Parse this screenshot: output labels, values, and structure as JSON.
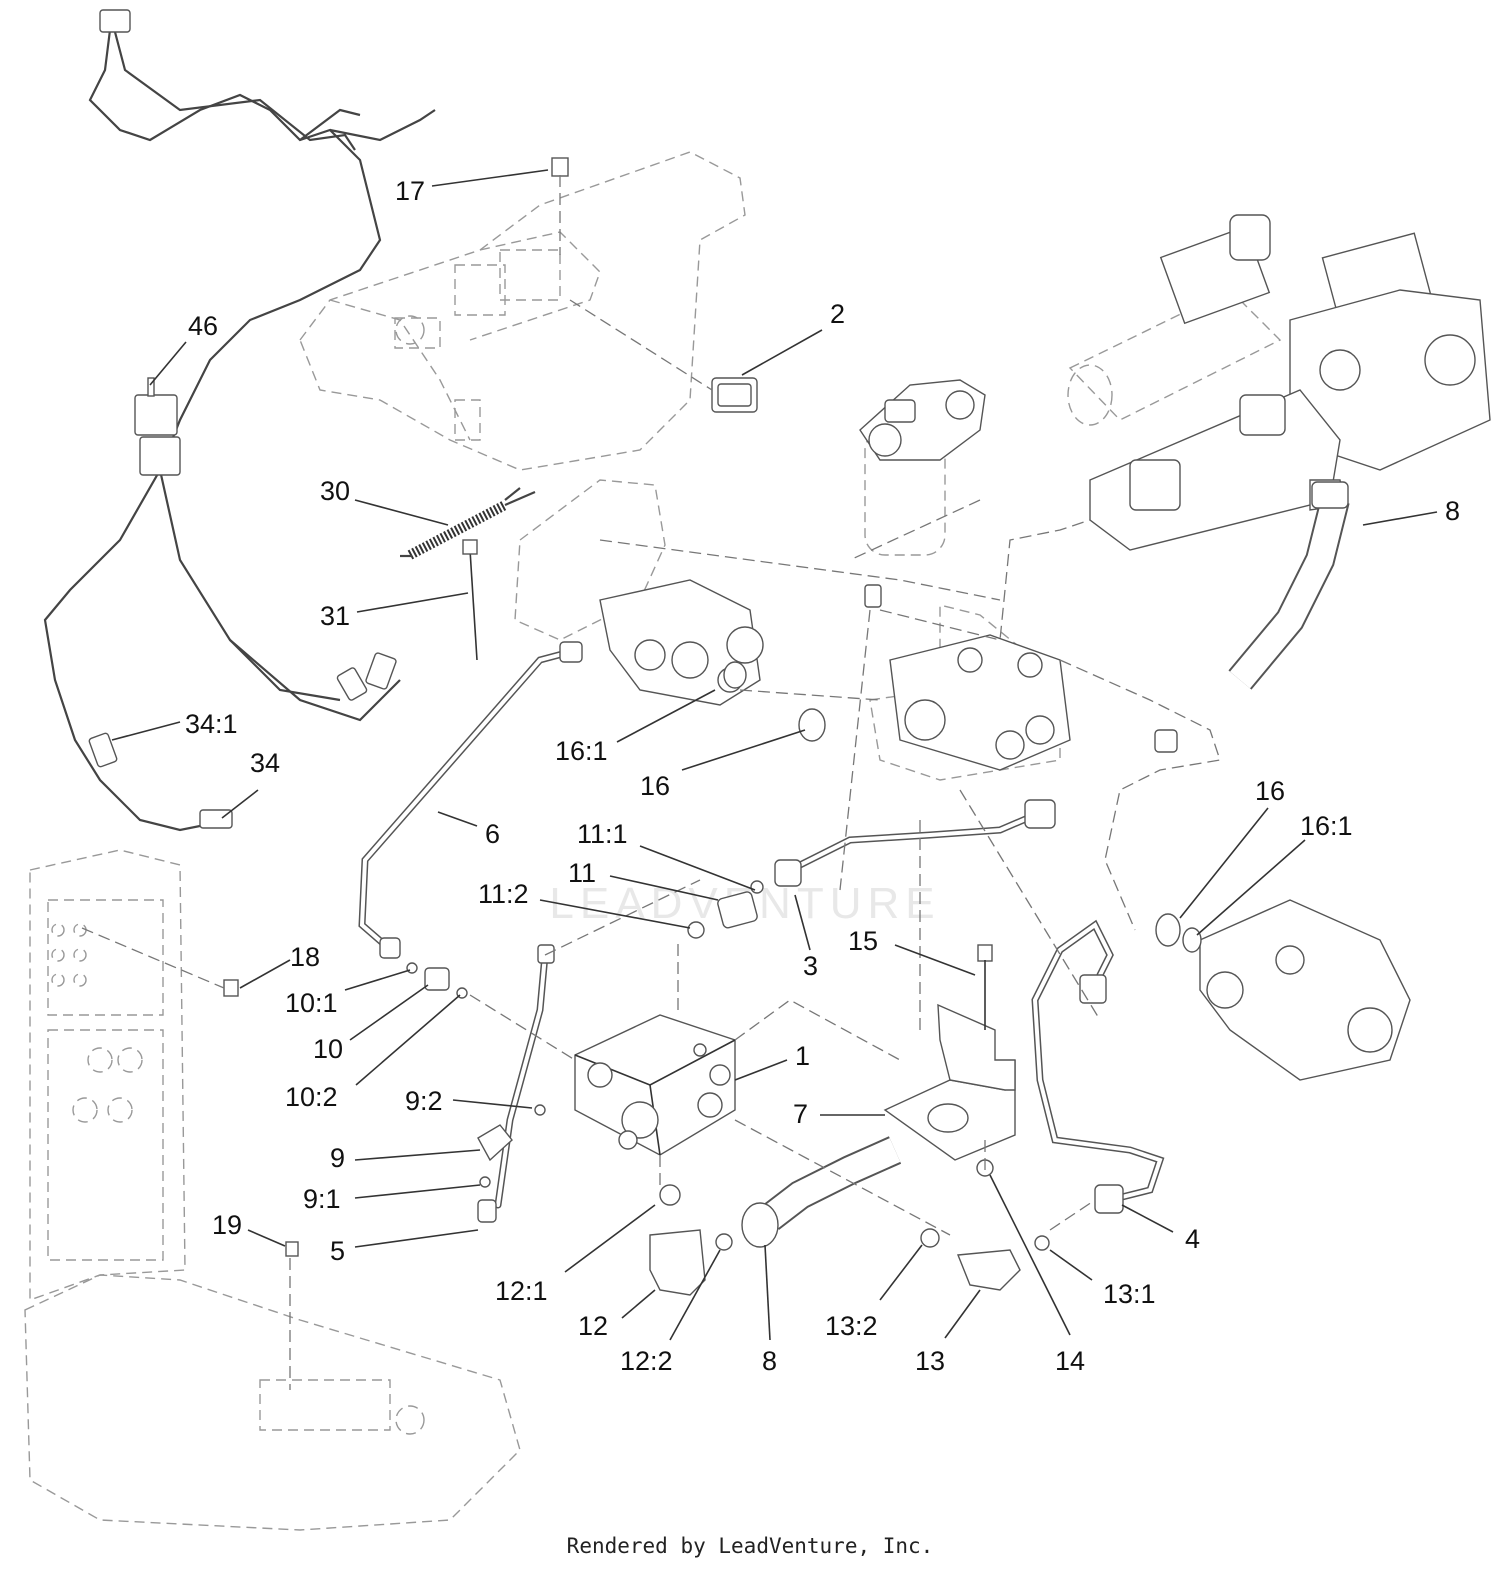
{
  "watermark": "LEADVENTURE",
  "footer": "Rendered by LeadVenture, Inc.",
  "callouts": [
    {
      "id": "c17",
      "text": "17"
    },
    {
      "id": "c46",
      "text": "46"
    },
    {
      "id": "c2",
      "text": "2"
    },
    {
      "id": "c30",
      "text": "30"
    },
    {
      "id": "c31",
      "text": "31"
    },
    {
      "id": "c8a",
      "text": "8"
    },
    {
      "id": "c16_1a",
      "text": "16:1"
    },
    {
      "id": "c16a",
      "text": "16"
    },
    {
      "id": "c34_1",
      "text": "34:1"
    },
    {
      "id": "c34",
      "text": "34"
    },
    {
      "id": "c6",
      "text": "6"
    },
    {
      "id": "c11_1",
      "text": "11:1"
    },
    {
      "id": "c11",
      "text": "11"
    },
    {
      "id": "c11_2",
      "text": "11:2"
    },
    {
      "id": "c3",
      "text": "3"
    },
    {
      "id": "c16b",
      "text": "16"
    },
    {
      "id": "c16_1b",
      "text": "16:1"
    },
    {
      "id": "c18",
      "text": "18"
    },
    {
      "id": "c10_1",
      "text": "10:1"
    },
    {
      "id": "c10",
      "text": "10"
    },
    {
      "id": "c10_2",
      "text": "10:2"
    },
    {
      "id": "c15",
      "text": "15"
    },
    {
      "id": "c1",
      "text": "1"
    },
    {
      "id": "c9_2",
      "text": "9:2"
    },
    {
      "id": "c7",
      "text": "7"
    },
    {
      "id": "c9",
      "text": "9"
    },
    {
      "id": "c9_1",
      "text": "9:1"
    },
    {
      "id": "c19",
      "text": "19"
    },
    {
      "id": "c5",
      "text": "5"
    },
    {
      "id": "c4",
      "text": "4"
    },
    {
      "id": "c12_1",
      "text": "12:1"
    },
    {
      "id": "c13_1",
      "text": "13:1"
    },
    {
      "id": "c12",
      "text": "12"
    },
    {
      "id": "c13_2",
      "text": "13:2"
    },
    {
      "id": "c12_2",
      "text": "12:2"
    },
    {
      "id": "c8b",
      "text": "8"
    },
    {
      "id": "c13",
      "text": "13"
    },
    {
      "id": "c14",
      "text": "14"
    }
  ]
}
